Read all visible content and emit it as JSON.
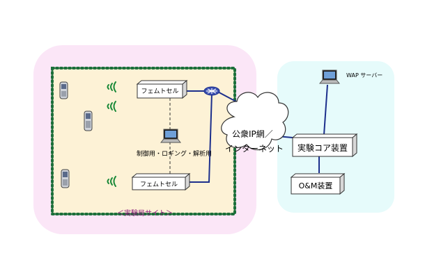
{
  "labels": {
    "femtocell_1": "フェムトセル",
    "femtocell_2": "フェムトセル",
    "control_pc": "制御用・ロギング・解析用",
    "site": "＜実験局サイト＞",
    "internet_line1": "公衆IP網／",
    "internet_line2": "インターネット",
    "core": "実験コア装置",
    "om": "O&M装置",
    "wap": "WAP サーバー"
  },
  "colors": {
    "site_region": "#fbe6f7",
    "site_inner": "#fdf2d6",
    "site_dots": "#1c6f3a",
    "core_region": "#e6fbfb",
    "link": "#1c2f8c",
    "site_text": "#8a1a7a"
  },
  "icons": [
    "mobile-phone-icon",
    "radio-wave-icon",
    "router-icon",
    "laptop-icon",
    "cloud-icon"
  ]
}
